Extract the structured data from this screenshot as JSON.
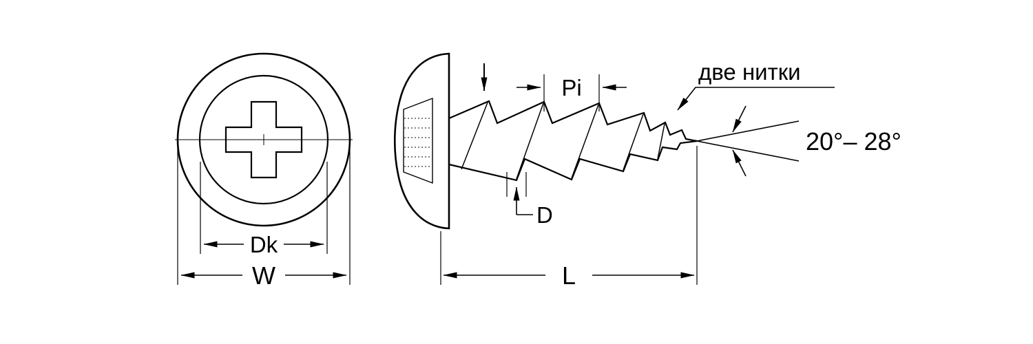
{
  "page": {
    "background_color": "#ffffff",
    "line_color": "#000000"
  },
  "front_view": {
    "description": "screw head front view with phillips recess",
    "labels": {
      "head_diameter": "Dk",
      "washer_diameter": "W"
    }
  },
  "side_view": {
    "description": "self-tapping screw side view with wafer head",
    "labels": {
      "thread_pitch": "Pi",
      "thread_note": "две нитки",
      "point_angle": "20°– 28°",
      "thread_diameter": "D",
      "screw_length": "L"
    }
  }
}
